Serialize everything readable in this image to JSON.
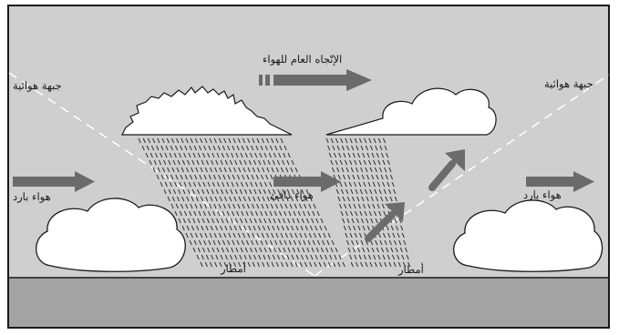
{
  "labels": {
    "air_direction": "الإتّجاه العام للهواء",
    "front_left": "جبهة هوائية",
    "front_right": "جبهة هوائية",
    "cold_air_left": "هواء بارد",
    "cold_air_right": "هواء بارد",
    "warm_air": "هواء دافئ",
    "rain_left": "أمطار",
    "rain_right": "أمطار"
  },
  "colors": {
    "sky": "#cfcfcf",
    "ground": "#a3a3a3",
    "arrow": "#6b6b6b",
    "cloud_fill": "#ffffff",
    "line": "#1a1a1a"
  }
}
